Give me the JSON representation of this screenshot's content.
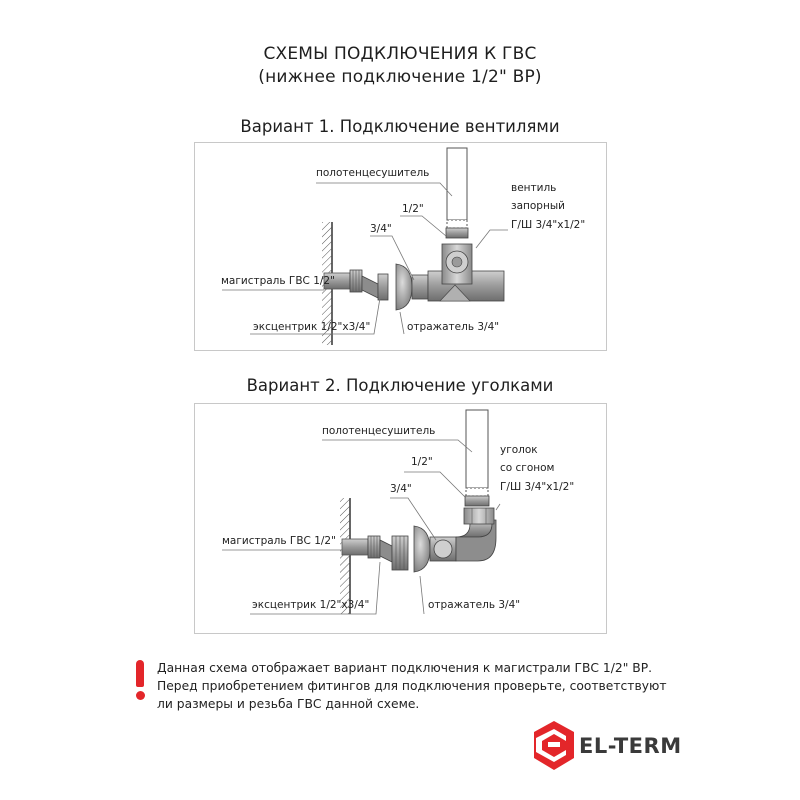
{
  "header": {
    "title_line1": "СХЕМЫ ПОДКЛЮЧЕНИЯ К ГВС",
    "title_line2": "(нижнее подключение 1/2\" ВР)"
  },
  "variant1": {
    "title": "Вариант 1. Подключение вентилями",
    "labels": {
      "towel_dryer": "полотенцесушитель",
      "half_inch": "1/2\"",
      "three_quarter": "3/4\"",
      "valve_line1": "вентиль",
      "valve_line2": "запорный",
      "valve_line3": "Г/Ш 3/4\"х1/2\"",
      "mains": "магистраль ГВС 1/2\"",
      "eccentric": "эксцентрик 1/2\"х3/4\"",
      "reflector": "отражатель 3/4\""
    }
  },
  "variant2": {
    "title": "Вариант 2. Подключение уголками",
    "labels": {
      "towel_dryer": "полотенцесушитель",
      "half_inch": "1/2\"",
      "three_quarter": "3/4\"",
      "elbow_line1": "уголок",
      "elbow_line2": "со сгоном",
      "elbow_line3": "Г/Ш 3/4\"х1/2\"",
      "mains": "магистраль ГВС 1/2\"",
      "eccentric": "эксцентрик 1/2\"х3/4\"",
      "reflector": "отражатель 3/4\""
    }
  },
  "notice": {
    "line1": "Данная схема отображает вариант подключения к магистрали ГВС 1/2\" ВР.",
    "line2": "Перед приобретением фитингов для подключения проверьте, соответствуют",
    "line3": "ли  размеры и резьба ГВС данной схеме."
  },
  "brand": {
    "name": "EL-TERM",
    "logo_color": "#e3262a"
  }
}
